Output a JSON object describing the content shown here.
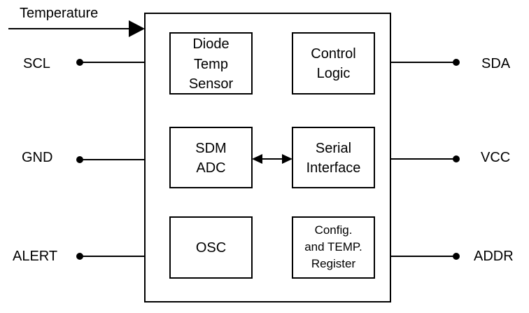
{
  "input_signal": {
    "label": "Temperature"
  },
  "pins": {
    "left": [
      {
        "label": "SCL"
      },
      {
        "label": "GND"
      },
      {
        "label": "ALERT"
      }
    ],
    "right": [
      {
        "label": "SDA"
      },
      {
        "label": "VCC"
      },
      {
        "label": "ADDR"
      }
    ]
  },
  "blocks": {
    "diode_temp_sensor": {
      "lines": [
        "Diode",
        "Temp",
        "Sensor"
      ]
    },
    "control_logic": {
      "lines": [
        "Control",
        "Logic"
      ]
    },
    "sdm_adc": {
      "lines": [
        "SDM",
        "ADC"
      ]
    },
    "serial_interface": {
      "lines": [
        "Serial",
        "Interface"
      ]
    },
    "osc": {
      "lines": [
        "OSC"
      ]
    },
    "config_register": {
      "lines": [
        "Config.",
        "and TEMP.",
        "Register"
      ]
    }
  },
  "connections": [
    {
      "from": "SDM ADC",
      "to": "Serial Interface",
      "type": "bidirectional"
    }
  ]
}
